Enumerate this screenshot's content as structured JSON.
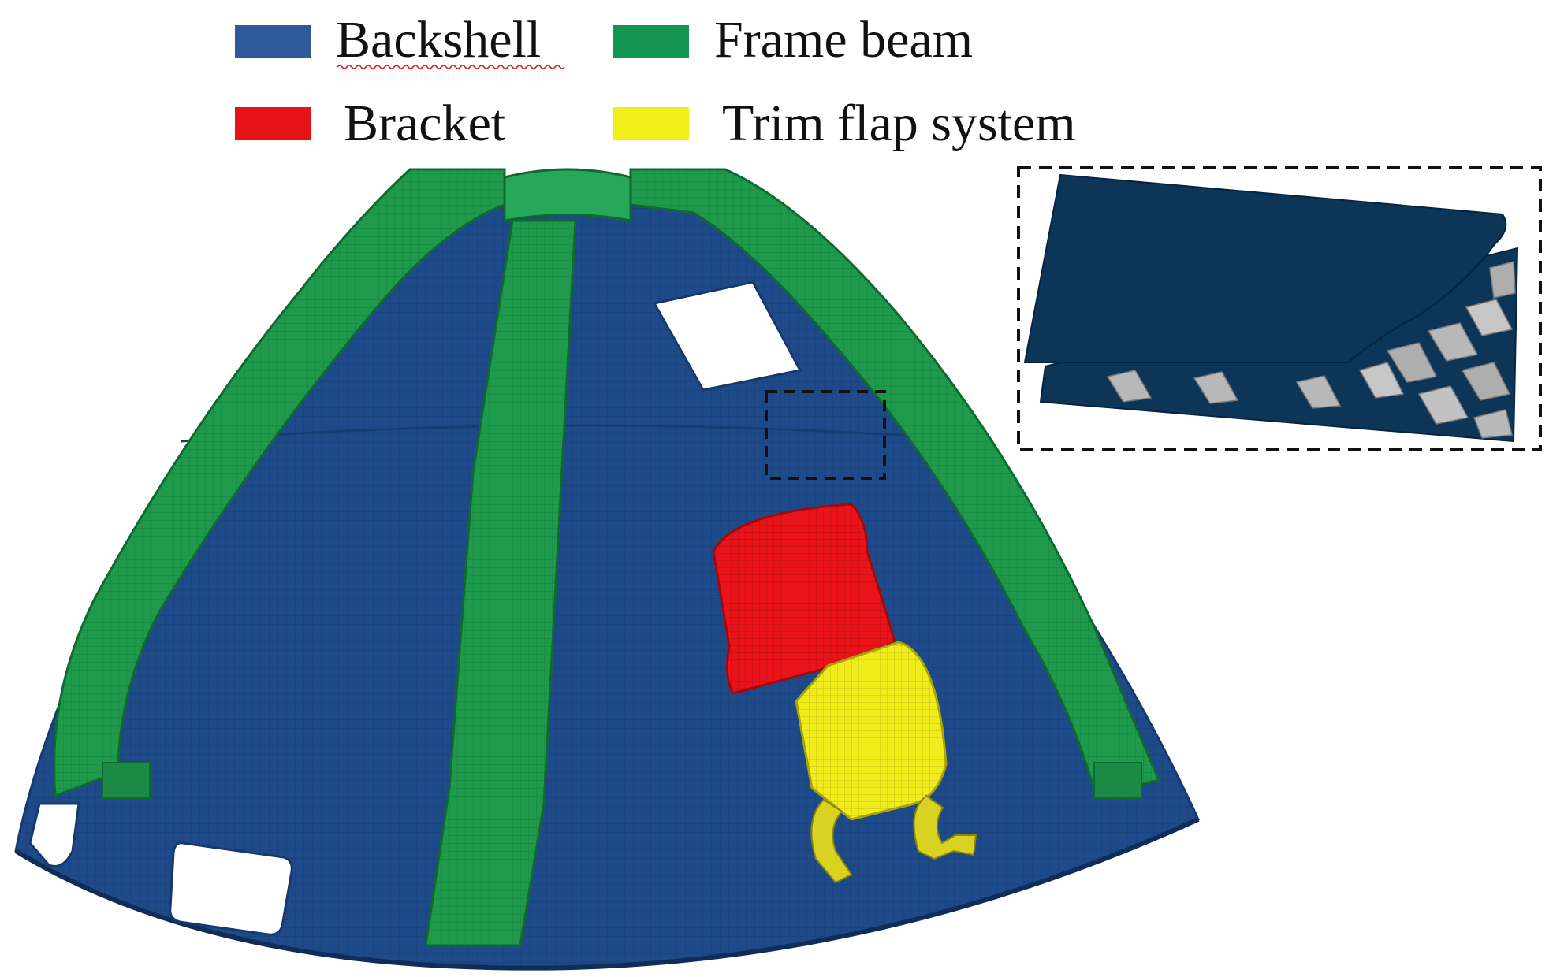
{
  "legend": {
    "items": [
      {
        "label": "Backshell",
        "color": "#2e5a9c"
      },
      {
        "label": "Frame beam",
        "color": "#149650"
      },
      {
        "label": "Bracket",
        "color": "#e61416"
      },
      {
        "label": "Trim flap system",
        "color": "#f2ee1a"
      }
    ]
  },
  "colors": {
    "backshell_mesh": "#1f4a8a",
    "backshell_dark": "#163a6e",
    "frame_beam": "#1f9a4c",
    "frame_beam_dark": "#137a39",
    "bracket": "#e8141a",
    "trim_flap": "#f0ec1c",
    "inset_skin": "#0c3558",
    "honeycomb": "#b8b8b8",
    "dashed_box": "#111111"
  }
}
